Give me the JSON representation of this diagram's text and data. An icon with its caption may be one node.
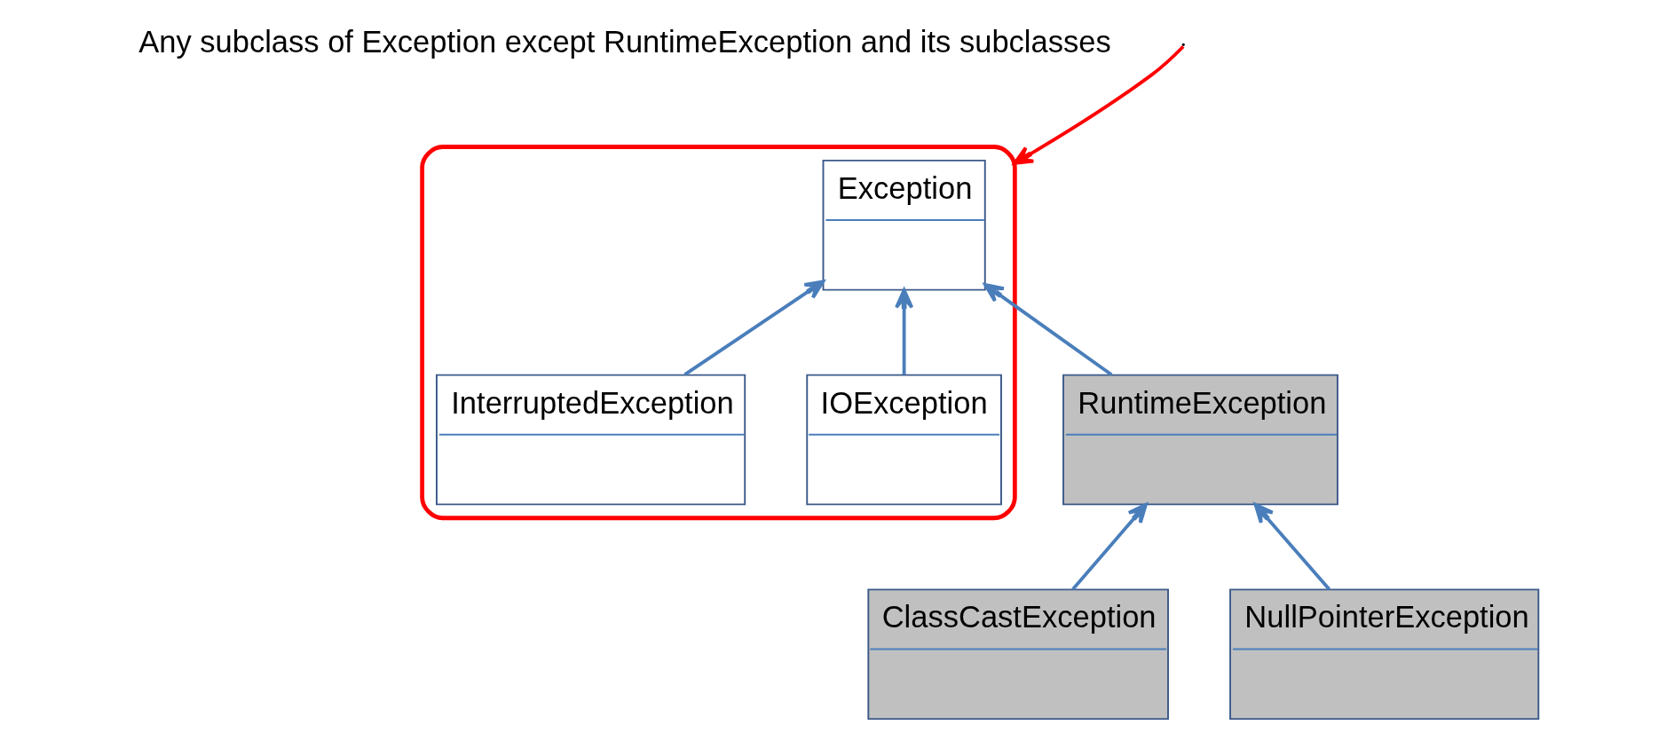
{
  "diagram": {
    "nodes": [
      {
        "text": [],
        "shape": "box",
        "beside": [
          "Any subclass of Exception except RuntimeException and its subclasses"
        ]
      },
      {
        "text": [
          "Exception"
        ],
        "in": 0
      },
      {
        "text": [
          "IOException"
        ],
        "in": 0
      },
      {
        "text": [
          "InterruptedException"
        ],
        "in": 0
      },
      {
        "text": [
          "RuntimeException"
        ]
      },
      {
        "text": [
          "ClassCastException"
        ]
      },
      {
        "text": [
          "NullPointerException"
        ]
      }
    ],
    "edges": [
      {
        "from": null,
        "to": 0,
        "arrow": "to",
        "color": "#ff0000"
      },
      {
        "from": 2,
        "to": 1,
        "arrow": "to"
      },
      {
        "from": 3,
        "to": 1,
        "arrow": "to"
      },
      {
        "from": 4,
        "to": 1,
        "arrow": "to"
      },
      {
        "from": 5,
        "to": 4,
        "arrow": "to"
      },
      {
        "from": 6,
        "to": 4,
        "arrow": "to"
      }
    ]
  }
}
